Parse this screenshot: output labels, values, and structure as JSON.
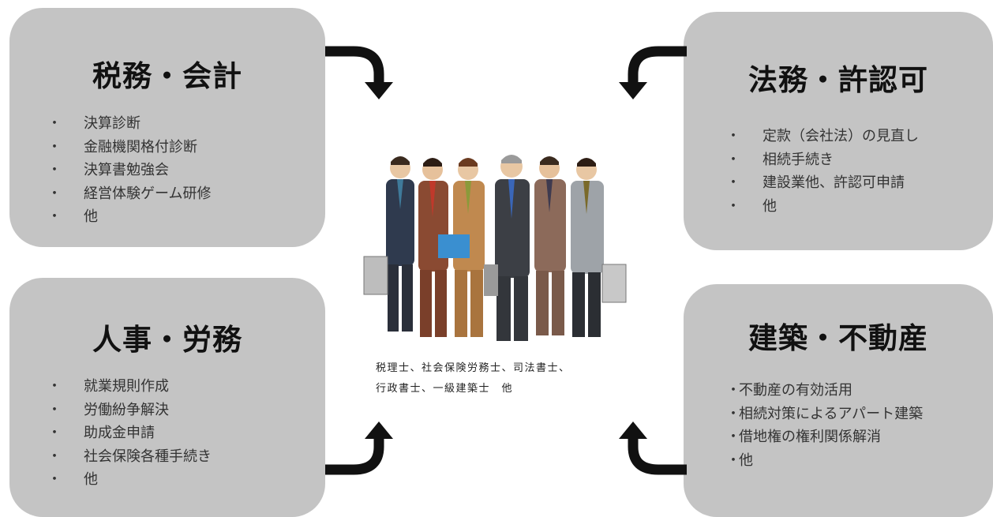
{
  "tax": {
    "title": "税務・会計",
    "items": [
      {
        "bullet": "・",
        "text": "決算診断"
      },
      {
        "bullet": "・",
        "text": "金融機関格付診断"
      },
      {
        "bullet": "・",
        "text": "決算書勉強会"
      },
      {
        "bullet": "・",
        "text": "経営体験ゲーム研修"
      },
      {
        "bullet": "・",
        "text": "他"
      }
    ]
  },
  "legal": {
    "title": "法務・許認可",
    "items": [
      {
        "bullet": "・",
        "text": "定款（会社法）の見直し"
      },
      {
        "bullet": "・",
        "text": "相続手続き"
      },
      {
        "bullet": "・",
        "text": "建設業他、許認可申請"
      },
      {
        "bullet": "・",
        "text": "他"
      }
    ]
  },
  "hr": {
    "title": "人事・労務",
    "items": [
      {
        "bullet": "・",
        "text": "就業規則作成"
      },
      {
        "bullet": "・",
        "text": "労働紛争解決"
      },
      {
        "bullet": "・",
        "text": "助成金申請"
      },
      {
        "bullet": "・",
        "text": "社会保険各種手続き"
      },
      {
        "bullet": "・",
        "text": "他"
      }
    ]
  },
  "build": {
    "title": "建築・不動産",
    "items": [
      {
        "bullet": "・",
        "text": "不動産の有効活用"
      },
      {
        "bullet": "・",
        "text": "相続対策によるアパート建築"
      },
      {
        "bullet": "・",
        "text": "借地権の権利関係解消"
      },
      {
        "bullet": "・",
        "text": "他"
      }
    ]
  },
  "caption": {
    "line1": "税理士、社会保険労務士、司法書士、",
    "line2": "行政書士、一級建築士　他"
  },
  "colors": {
    "box": "#c4c4c4",
    "arrow": "#111111"
  },
  "icons": {
    "arrows": "curved-arrow-icon",
    "illustration": "business-people-illustration"
  }
}
